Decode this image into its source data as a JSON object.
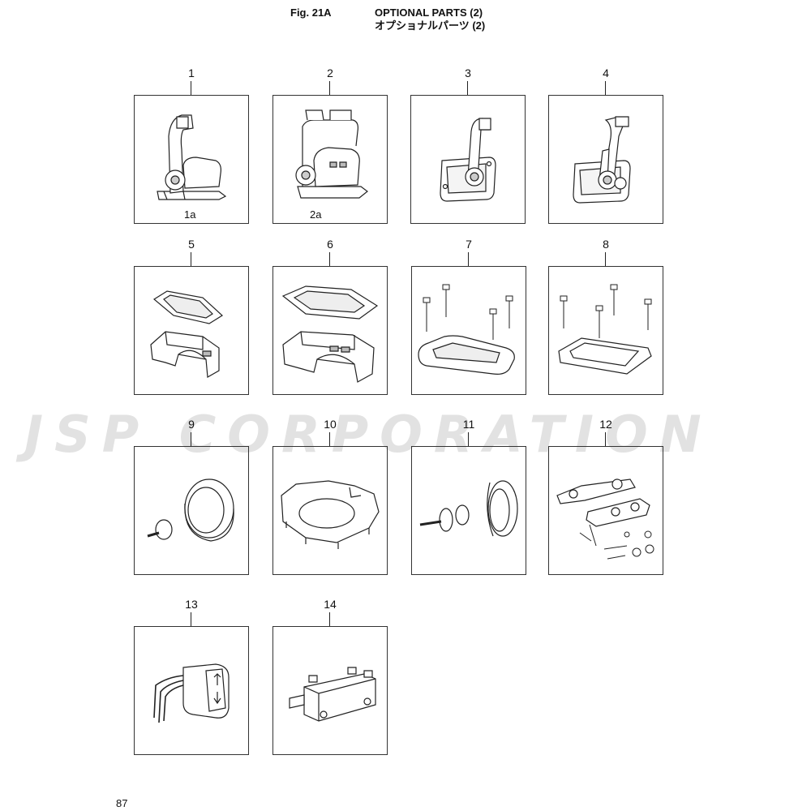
{
  "header": {
    "figure": "Fig. 21A",
    "title": "OPTIONAL PARTS (2)",
    "subtitle": "オプショナルパーツ (2)"
  },
  "watermark": "JSP CORPORATION",
  "parts": [
    {
      "number": "1",
      "sub_label": "1a",
      "icon": "top-mount-single-lever-control-icon"
    },
    {
      "number": "2",
      "sub_label": "2a",
      "icon": "top-mount-dual-lever-control-icon"
    },
    {
      "number": "3",
      "icon": "side-mount-single-lever-control-icon"
    },
    {
      "number": "4",
      "icon": "side-mount-dual-lever-control-icon"
    },
    {
      "number": "5",
      "icon": "single-control-cover-kit-icon"
    },
    {
      "number": "6",
      "icon": "dual-control-cover-kit-icon"
    },
    {
      "number": "7",
      "icon": "mounting-base-bolt-kit-icon"
    },
    {
      "number": "8",
      "icon": "mounting-frame-bolt-kit-icon"
    },
    {
      "number": "9",
      "icon": "friction-knob-ring-icon"
    },
    {
      "number": "10",
      "icon": "base-plate-gasket-icon"
    },
    {
      "number": "11",
      "icon": "knob-shaft-assembly-icon"
    },
    {
      "number": "12",
      "icon": "cable-bracket-hardware-kit-icon"
    },
    {
      "number": "13",
      "icon": "trim-switch-icon"
    },
    {
      "number": "14",
      "icon": "neutral-safety-switch-icon"
    }
  ],
  "page_number": "87"
}
